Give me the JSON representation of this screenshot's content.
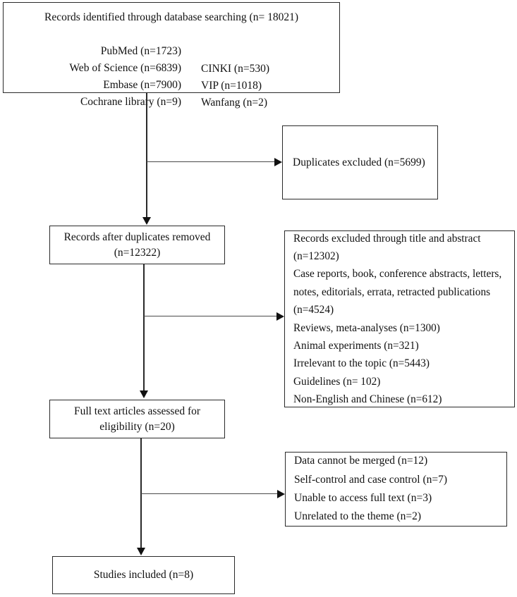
{
  "diagram": {
    "title": "PRISMA study selection flow diagram",
    "type": "flowchart",
    "line_color": "#2a2a2a",
    "background": "#ffffff"
  },
  "identification": {
    "header": "Records identified through database searching (n= 18021)",
    "sources": [
      {
        "left": "PubMed (n=1723)",
        "right": "CINKI (n=530)"
      },
      {
        "left": "Web of Science (n=6839)",
        "right": "VIP (n=1018)"
      },
      {
        "left": "Embase (n=7900)",
        "right": "Wanfang (n=2)"
      }
    ],
    "last_source": "Cochrane library (n=9)"
  },
  "duplicates_excluded": {
    "text": "Duplicates excluded (n=5699)"
  },
  "after_duplicates": {
    "line1": "Records after duplicates removed",
    "line2": "(n=12322)"
  },
  "records_excluded": {
    "lines": [
      "Records excluded through title and abstract",
      "(n=12302)",
      "Case reports, book, conference abstracts, letters,",
      "notes, editorials, errata, retracted publications",
      "(n=4524)",
      "Reviews, meta-analyses (n=1300)",
      "Animal experiments (n=321)",
      "Irrelevant to the topic (n=5443)",
      "Guidelines (n= 102)",
      "Non-English and Chinese (n=612)"
    ]
  },
  "full_text": {
    "line1": "Full text articles assessed for",
    "line2": "eligibility (n=20)"
  },
  "reasons_excluded": {
    "lines": [
      "Data cannot be merged (n=12)",
      "Self-control and case control (n=7)",
      "Unable to access full text (n=3)",
      "Unrelated to the theme (n=2)"
    ]
  },
  "included": {
    "text": "Studies included (n=8)"
  }
}
